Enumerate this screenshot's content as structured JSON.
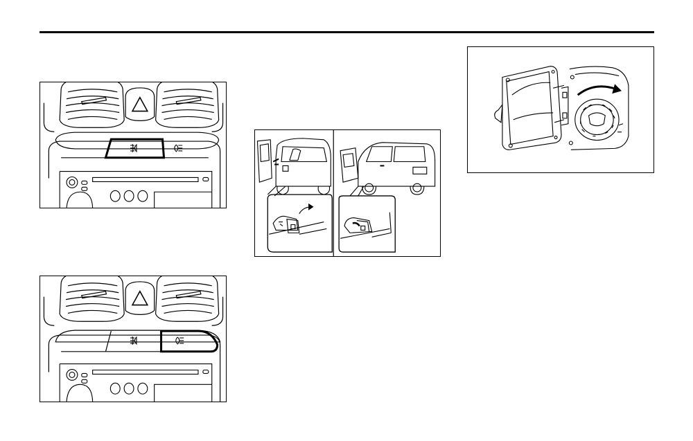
{
  "page": {
    "background": "#ffffff",
    "rule_color": "#000000"
  },
  "figures": [
    {
      "id": "front-fog-switch",
      "highlight": "front-fog-lamp-switch",
      "icons": [
        "front-fog-lamp-icon",
        "rear-fog-lamp-icon"
      ]
    },
    {
      "id": "rear-fog-switch",
      "highlight": "rear-fog-lamp-switch",
      "icons": [
        "front-fog-lamp-icon",
        "rear-fog-lamp-icon"
      ]
    },
    {
      "id": "fuel-door-release",
      "icons": [
        "release-lever-icon"
      ]
    },
    {
      "id": "fuel-filler-cap",
      "icons": [
        "rotate-arrow-icon"
      ]
    }
  ]
}
